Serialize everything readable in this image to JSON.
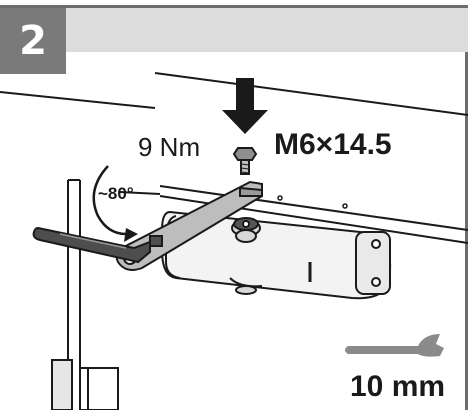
{
  "step": {
    "number": "2"
  },
  "labels": {
    "torque": "9 Nm",
    "screw_spec": "M6×14.5",
    "angle": "~80°",
    "wrench_size": "10 mm"
  },
  "icons": [
    "down-arrow-icon",
    "wrench-icon",
    "rotation-arrow-icon"
  ],
  "colors": {
    "step_box": "#7a7a7a",
    "header_bar": "#dcdcdc",
    "line": "#1a1a1a"
  }
}
